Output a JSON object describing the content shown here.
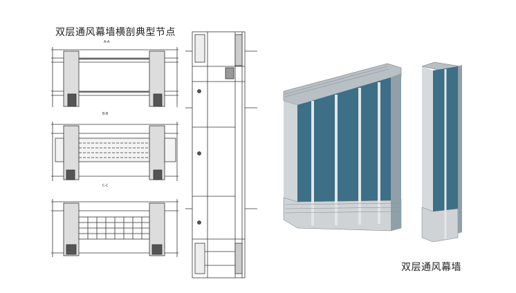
{
  "titles": {
    "main": "双层通风幕墙横剖典型节点",
    "sub": "双层通风幕墙"
  },
  "sections": {
    "a": "A-A",
    "b": "B-B",
    "c": "C-C"
  },
  "colors": {
    "line": "#333333",
    "glass": "#3d6f86",
    "frame": "#d8dcdf",
    "steel": "#9aa1a6"
  }
}
